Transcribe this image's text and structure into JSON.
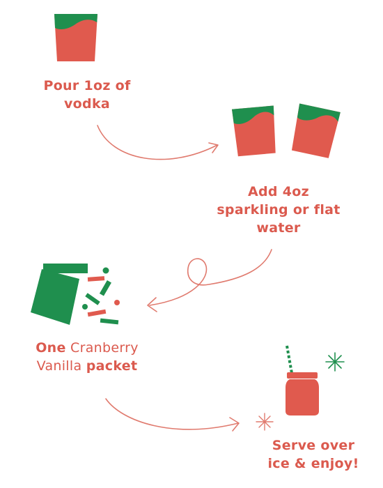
{
  "colors": {
    "red": "#e05a4e",
    "text_red": "#db5a4e",
    "green": "#1f8f4e",
    "arrow": "#e07a6e"
  },
  "steps": [
    {
      "icon": "glass-icon",
      "line1": "Pour 1oz of",
      "line2": "vodka"
    },
    {
      "icon": "two-glasses-icon",
      "line1": "Add 4oz",
      "line2": "sparkling or flat",
      "line3": "water"
    },
    {
      "icon": "packet-ingredients-icon",
      "line1_bold": "One",
      "line1_normal": "Cranberry",
      "line2_normal": "Vanilla",
      "line2_bold": "packet"
    },
    {
      "icon": "mason-jar-icon",
      "line1": "Serve over",
      "line2": "ice & enjoy!"
    }
  ]
}
